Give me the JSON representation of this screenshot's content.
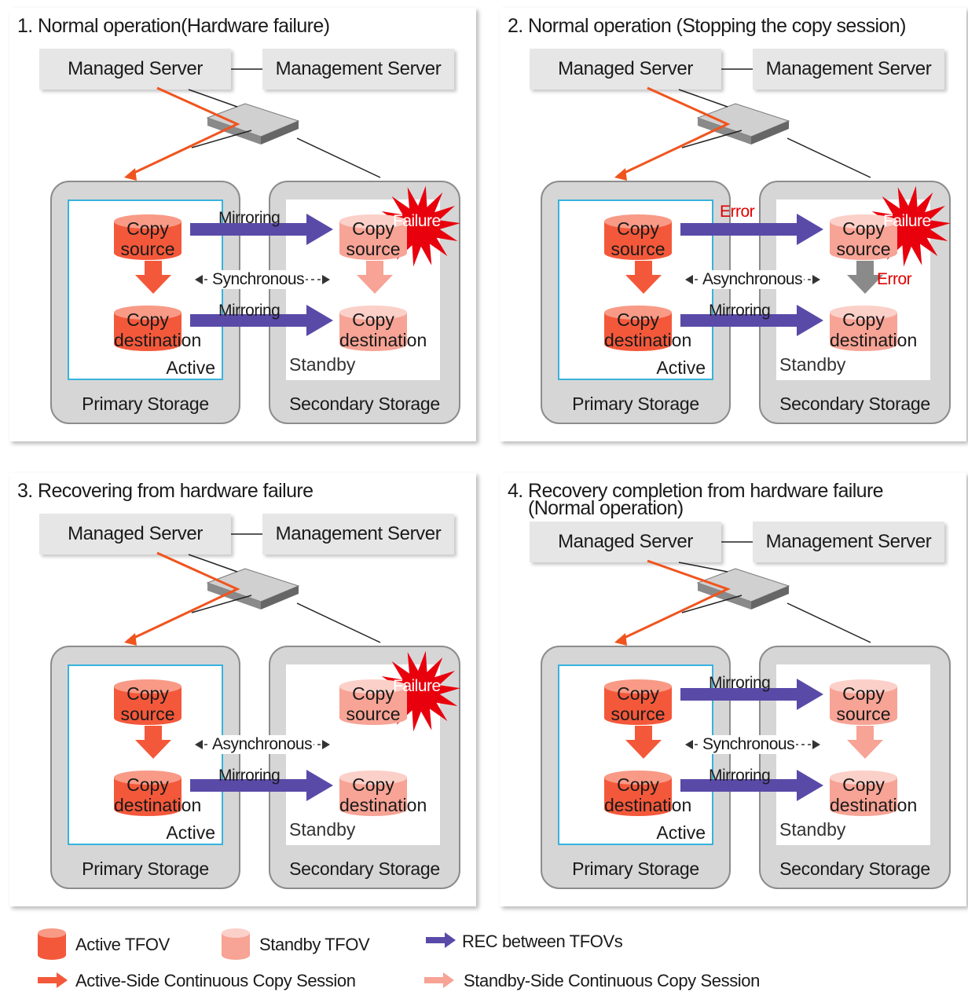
{
  "panels": [
    {
      "title": "1. Normal operation(Hardware failure)",
      "managed_server": "Managed Server",
      "management_server": "Management Server",
      "primary": {
        "label": "Primary  Storage",
        "state": "Active",
        "src": "Copy source",
        "dst": "Copy destination"
      },
      "secondary": {
        "label": "Secondary Storage",
        "state": "Standby",
        "src": "Copy source",
        "dst": "Copy destination"
      },
      "top_link": "Mirroring",
      "mid_link": "Synchronous",
      "bottom_link": "Mirroring",
      "failure": "Failure"
    },
    {
      "title": "2. Normal operation (Stopping the copy session)",
      "managed_server": "Managed Server",
      "management_server": "Management Server",
      "primary": {
        "label": "Primary  Storage",
        "state": "Active",
        "src": "Copy source",
        "dst": "Copy destination"
      },
      "secondary": {
        "label": "Secondary Storage",
        "state": "Standby",
        "src": "Copy source",
        "dst": "Copy destination"
      },
      "top_error": "Error",
      "mid_link": "Asynchronous",
      "bottom_link": "Mirroring",
      "side_error": "Error",
      "failure": "Failure"
    },
    {
      "title": "3. Recovering from hardware failure",
      "managed_server": "Managed Server",
      "management_server": "Management Server",
      "primary": {
        "label": "Primary  Storage",
        "state": "Active",
        "src": "Copy source",
        "dst": "Copy destination"
      },
      "secondary": {
        "label": "Secondary Storage",
        "state": "Standby",
        "src": "Copy source",
        "dst": "Copy destination"
      },
      "mid_link": "Asynchronous",
      "bottom_link": "Mirroring",
      "failure": "Failure"
    },
    {
      "title": "4. Recovery completion from hardware failure",
      "title2": "(Normal operation)",
      "managed_server": "Managed Server",
      "management_server": "Management Server",
      "primary": {
        "label": "Primary  Storage",
        "state": "Active",
        "src": "Copy source",
        "dst": "Copy destination"
      },
      "secondary": {
        "label": "Secondary Storage",
        "state": "Standby",
        "src": "Copy source",
        "dst": "Copy destination"
      },
      "top_link": "Mirroring",
      "mid_link": "Synchronous",
      "bottom_link": "Mirroring"
    }
  ],
  "legend": {
    "active_tfov": "Active TFOV",
    "standby_tfov": "Standby TFOV",
    "rec": "REC between TFOVs",
    "active_session": "Active-Side Continuous Copy Session",
    "standby_session": "Standby-Side Continuous Copy Session"
  },
  "colors": {
    "active": "#f4583a",
    "standby": "#f7a395",
    "rec": "#5a4aa8",
    "error_arrow": "#8a8a8a",
    "failure": "#e8000d",
    "error_text": "#e00000",
    "primary_frame": "#38b2dc",
    "orange_line": "#f0541e"
  }
}
